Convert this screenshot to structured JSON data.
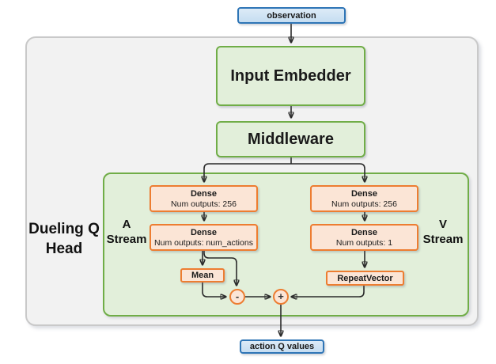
{
  "nodes": {
    "observation": {
      "label": "observation"
    },
    "input_embedder": {
      "label": "Input Embedder"
    },
    "middleware": {
      "label": "Middleware"
    },
    "dense_a_1": {
      "title": "Dense",
      "detail": "Num outputs: 256"
    },
    "dense_a_2": {
      "title": "Dense",
      "detail": "Num outputs: num_actions"
    },
    "dense_v_1": {
      "title": "Dense",
      "detail": "Num outputs: 256"
    },
    "dense_v_2": {
      "title": "Dense",
      "detail": "Num outputs: 1"
    },
    "mean": {
      "label": "Mean"
    },
    "repeat_vector": {
      "label": "RepeatVector"
    },
    "minus_operator": {
      "label": "-"
    },
    "plus_operator": {
      "label": "+"
    },
    "action_q_values": {
      "label": "action Q values"
    }
  },
  "labels": {
    "dueling_head": [
      "Dueling Q",
      "Head"
    ],
    "a_stream": [
      "A",
      "Stream"
    ],
    "v_stream": [
      "V",
      "Stream"
    ]
  },
  "colors": {
    "blue_border": "#2e75b6",
    "blue_fill_top": "#ddebf7",
    "blue_fill_bottom": "#c5ddf1",
    "green_border": "#70ad47",
    "green_fill": "#e2efda",
    "orange_border": "#ed7d31",
    "orange_fill": "#fbe5d6",
    "outer_fill": "#f2f2f2",
    "outer_border": "#c9c9c9",
    "connector": "#2b2b2b"
  }
}
